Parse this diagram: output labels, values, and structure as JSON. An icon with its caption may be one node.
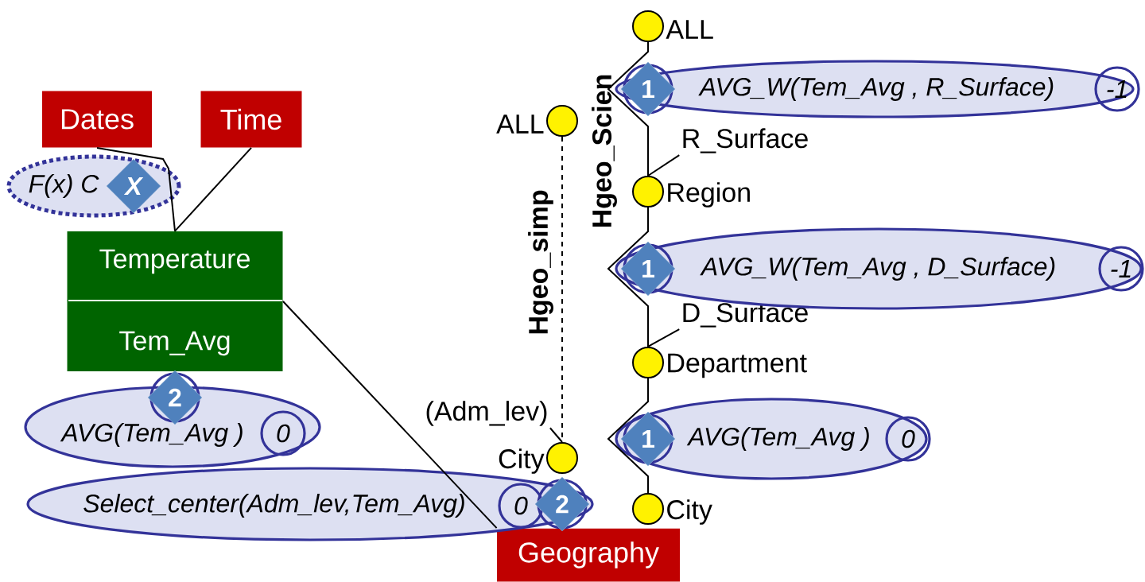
{
  "diagram": {
    "nodes": [
      {
        "text": [
          "Dates"
        ]
      },
      {
        "text": [
          "Time"
        ]
      },
      {
        "text": [
          "Temperature",
          "Tem_Avg"
        ]
      },
      {
        "text": [
          "Geography"
        ]
      },
      {
        "text": [],
        "shape": "circle",
        "beside": [
          "ALL"
        ]
      },
      {
        "text": [],
        "shape": "circle",
        "beside": [
          "City"
        ]
      },
      {
        "text": [],
        "shape": "circle",
        "beside": [
          "ALL"
        ]
      },
      {
        "text": [],
        "shape": "circle",
        "beside": [
          "Region"
        ]
      },
      {
        "text": [],
        "shape": "circle",
        "beside": [
          "Department"
        ]
      },
      {
        "text": [],
        "shape": "circle",
        "beside": [
          "City"
        ]
      },
      {
        "text": [
          "(Adm_lev)"
        ]
      },
      {
        "text": [
          "R_Surface"
        ]
      },
      {
        "text": [
          "D_Surface"
        ]
      },
      {
        "text": [
          "F(x) C"
        ]
      },
      {
        "text": [
          "X"
        ],
        "in": 13
      },
      {
        "text": [
          "AVG(Tem_Avg )",
          "0"
        ]
      },
      {
        "text": [
          "2"
        ]
      },
      {
        "text": [
          "Select_center(Adm_lev,Tem_Avg)",
          "0"
        ]
      },
      {
        "text": [
          "2"
        ],
        "in": 17
      },
      {
        "text": [
          "AVG_W(Tem_Avg , R_Surface)",
          "-1"
        ]
      },
      {
        "text": [
          "1"
        ],
        "in": 19
      },
      {
        "text": [
          "AVG_W(Tem_Avg , D_Surface)",
          "-1"
        ]
      },
      {
        "text": [
          "1"
        ],
        "in": 21
      },
      {
        "text": [
          "AVG(Tem_Avg )",
          "0"
        ]
      },
      {
        "text": [
          "1"
        ],
        "in": 23
      }
    ],
    "edges": [
      {
        "from": 0,
        "to": 2,
        "arrow": "none"
      },
      {
        "from": 1,
        "to": 2,
        "arrow": "none"
      },
      {
        "from": 2,
        "to": 3,
        "arrow": "none"
      },
      {
        "from": 4,
        "to": 5,
        "arrow": "none",
        "style": "dashed"
      },
      {
        "from": 6,
        "to": 7,
        "arrow": "none"
      },
      {
        "from": 7,
        "to": 8,
        "arrow": "none"
      },
      {
        "from": 8,
        "to": 9,
        "arrow": "none"
      },
      {
        "from": 10,
        "to": 5,
        "arrow": "none"
      },
      {
        "from": 11,
        "to": 7,
        "arrow": "none"
      },
      {
        "from": 12,
        "to": 8,
        "arrow": "none"
      }
    ],
    "labels": [
      "Hgeo_simp",
      "Hgeo_Scien"
    ]
  }
}
